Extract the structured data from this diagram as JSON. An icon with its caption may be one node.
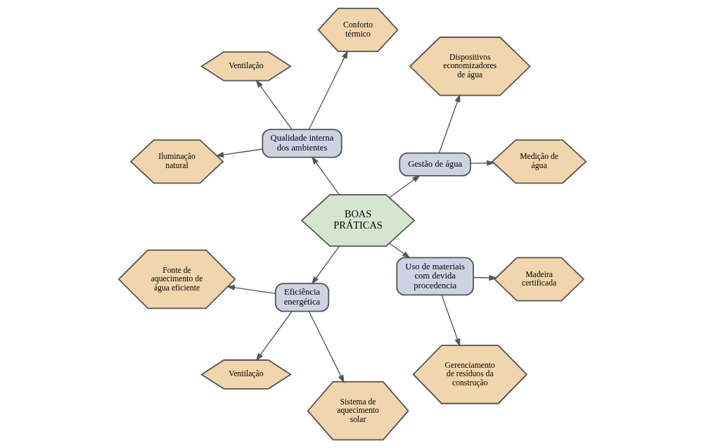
{
  "diagram": {
    "nodes": [
      {
        "text": [
          "BOAS PRÁTICAS"
        ]
      },
      {
        "text": [
          "Gestão de água"
        ]
      },
      {
        "text": [
          "Qualidade interna dos ambientes"
        ]
      },
      {
        "text": [
          "Eficiência energética"
        ]
      },
      {
        "text": [
          "Uso de materiais com devida procedencia"
        ]
      },
      {
        "text": [
          "Medição de água"
        ]
      },
      {
        "text": [
          "Dispositivos economizadores de água"
        ]
      },
      {
        "text": [
          "Conforto térmico"
        ]
      },
      {
        "text": [
          "Ventilação"
        ]
      },
      {
        "text": [
          "Iluminação natural"
        ]
      },
      {
        "text": [
          "Fonte de aquecimento de água eficiente"
        ]
      },
      {
        "text": [
          "Ventilação"
        ]
      },
      {
        "text": [
          "Sistema de aquecimento solar"
        ]
      },
      {
        "text": [
          "Gerenciamento de resíduos da construção"
        ]
      },
      {
        "text": [
          "Madeira certificada"
        ]
      }
    ],
    "edges": [
      {
        "from": 0,
        "to": 1,
        "arrow": "to"
      },
      {
        "from": 0,
        "to": 2,
        "arrow": "to"
      },
      {
        "from": 0,
        "to": 3,
        "arrow": "to"
      },
      {
        "from": 0,
        "to": 4,
        "arrow": "to"
      },
      {
        "from": 1,
        "to": 5,
        "arrow": "to"
      },
      {
        "from": 1,
        "to": 6,
        "arrow": "to"
      },
      {
        "from": 2,
        "to": 7,
        "arrow": "to"
      },
      {
        "from": 2,
        "to": 8,
        "arrow": "to"
      },
      {
        "from": 2,
        "to": 9,
        "arrow": "to"
      },
      {
        "from": 3,
        "to": 10,
        "arrow": "to"
      },
      {
        "from": 3,
        "to": 11,
        "arrow": "to"
      },
      {
        "from": 3,
        "to": 12,
        "arrow": "to"
      },
      {
        "from": 4,
        "to": 13,
        "arrow": "to"
      },
      {
        "from": 4,
        "to": 14,
        "arrow": "to"
      }
    ]
  }
}
